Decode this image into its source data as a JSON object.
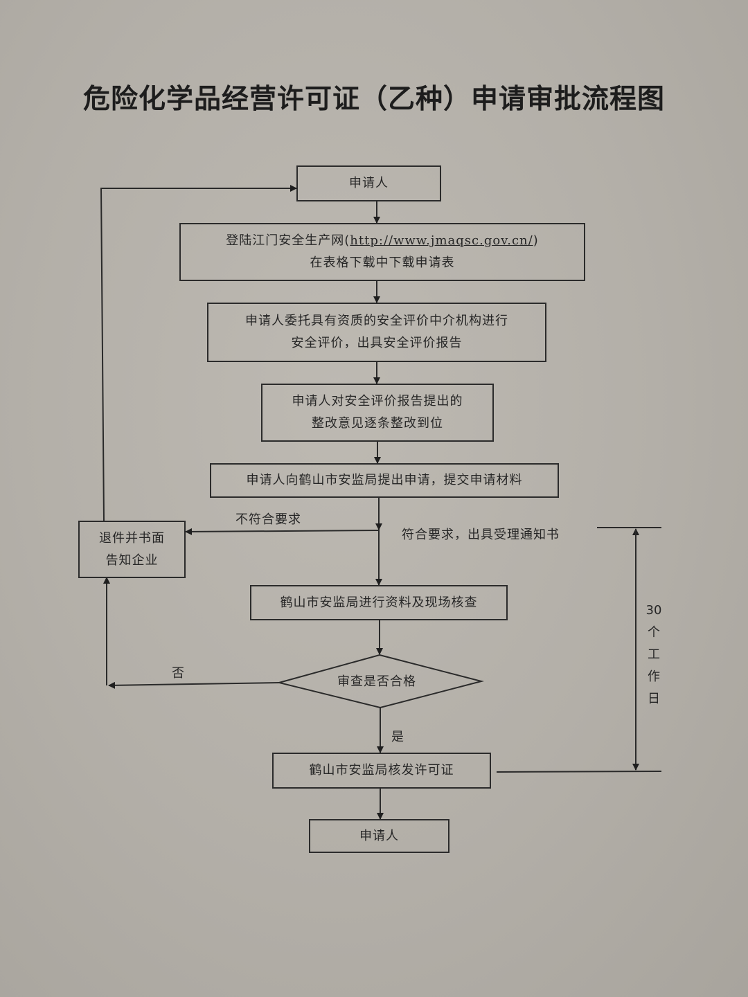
{
  "title": "危险化学品经营许可证（乙种）申请审批流程图",
  "nodes": {
    "applicant_start": "申请人",
    "download": {
      "line1_prefix": "登陆江门安全生产网(",
      "url": "http://www.jmaqsc.gov.cn/",
      "line1_suffix": ")",
      "line2": "在表格下载中下载申请表"
    },
    "safety_eval": {
      "line1": "申请人委托具有资质的安全评价中介机构进行",
      "line2": "安全评价，出具安全评价报告"
    },
    "rectify": {
      "line1": "申请人对安全评价报告提出的",
      "line2": "整改意见逐条整改到位"
    },
    "submit": "申请人向鹤山市安监局提出申请，提交申请材料",
    "return_notice": {
      "line1": "退件并书面",
      "line2": "告知企业"
    },
    "inspection": "鹤山市安监局进行资料及现场核查",
    "decision": "审查是否合格",
    "issue_license": "鹤山市安监局核发许可证",
    "applicant_end": "申请人"
  },
  "edge_labels": {
    "not_meet": "不符合要求",
    "meet": "符合要求，出具受理通知书",
    "no": "否",
    "yes": "是"
  },
  "timeline": {
    "chars": [
      "30",
      "个",
      "工",
      "作",
      "日"
    ],
    "text": "30个工作日"
  }
}
